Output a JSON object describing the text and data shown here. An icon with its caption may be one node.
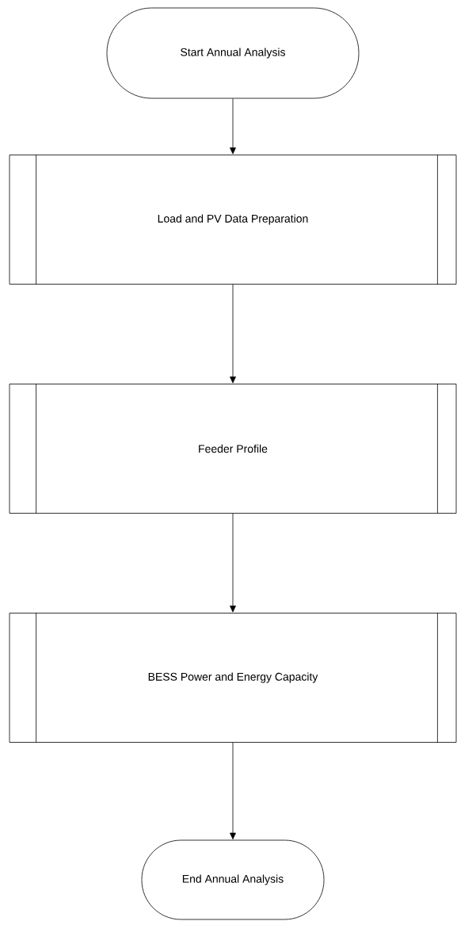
{
  "diagram": {
    "nodes": [
      {
        "text": [
          "Start Annual Analysis"
        ]
      },
      {
        "text": [
          "Load and PV Data Preparation"
        ]
      },
      {
        "text": [
          "Feeder Profile"
        ]
      },
      {
        "text": [
          "BESS Power and Energy Capacity"
        ]
      },
      {
        "text": [
          "End Annual Analysis"
        ]
      }
    ],
    "edges": [
      {
        "from": 0,
        "to": 1,
        "arrow": "to"
      },
      {
        "from": 1,
        "to": 2,
        "arrow": "to"
      },
      {
        "from": 2,
        "to": 3,
        "arrow": "to"
      },
      {
        "from": 3,
        "to": 4,
        "arrow": "to"
      }
    ]
  }
}
